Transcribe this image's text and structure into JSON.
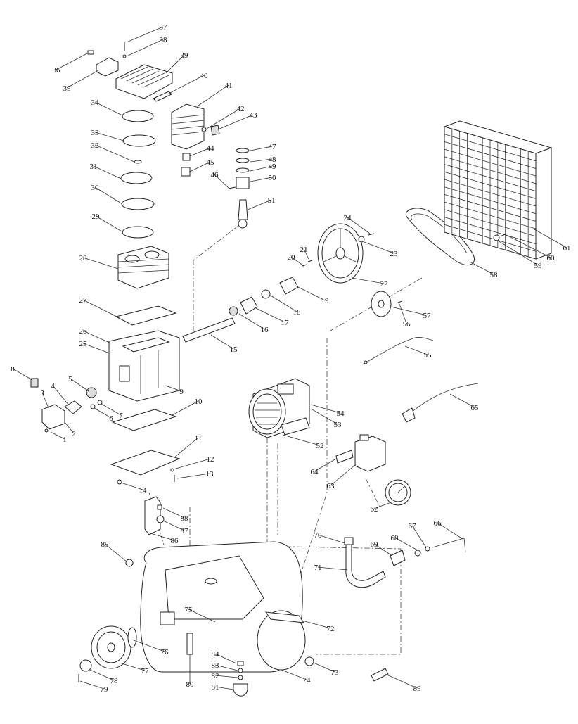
{
  "diagram": {
    "type": "exploded-parts-diagram",
    "callouts": [
      "1",
      "2",
      "3",
      "4",
      "5",
      "6",
      "7",
      "8",
      "9",
      "10",
      "11",
      "12",
      "13",
      "14",
      "15",
      "16",
      "17",
      "18",
      "19",
      "20",
      "21",
      "22",
      "23",
      "24",
      "25",
      "26",
      "27",
      "28",
      "29",
      "30",
      "31",
      "32",
      "33",
      "34",
      "35",
      "36",
      "37",
      "38",
      "39",
      "40",
      "41",
      "42",
      "43",
      "44",
      "45",
      "46",
      "47",
      "48",
      "49",
      "50",
      "51",
      "52",
      "53",
      "54",
      "55",
      "56",
      "57",
      "58",
      "59",
      "60",
      "61",
      "62",
      "63",
      "64",
      "65",
      "66",
      "67",
      "68",
      "69",
      "70",
      "71",
      "72",
      "73",
      "74",
      "75",
      "76",
      "77",
      "78",
      "79",
      "80",
      "81",
      "82",
      "83",
      "84",
      "85",
      "86",
      "87",
      "88",
      "89"
    ]
  }
}
